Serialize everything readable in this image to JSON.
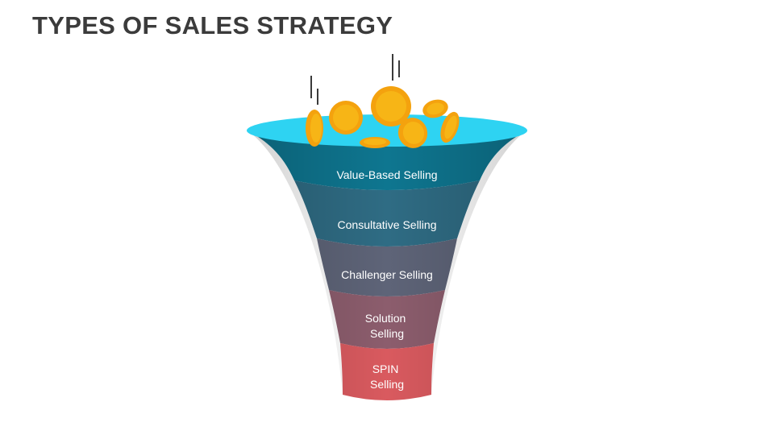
{
  "title": "TYPES OF SALES STRATEGY",
  "funnel": {
    "stages": [
      {
        "lines": [
          "Value-Based Selling"
        ],
        "color": "#0e7690"
      },
      {
        "lines": [
          "Consultative Selling"
        ],
        "color": "#2f6c84"
      },
      {
        "lines": [
          "Challenger Selling"
        ],
        "color": "#5e6478"
      },
      {
        "lines": [
          "Solution",
          "Selling"
        ],
        "color": "#8c5d6d"
      },
      {
        "lines": [
          "SPIN",
          "Selling"
        ],
        "color": "#d95a5f"
      }
    ],
    "rim_color": "#2ed3f2",
    "coin_color": "#f7b516",
    "coin_rim_color": "#f4a20e"
  }
}
